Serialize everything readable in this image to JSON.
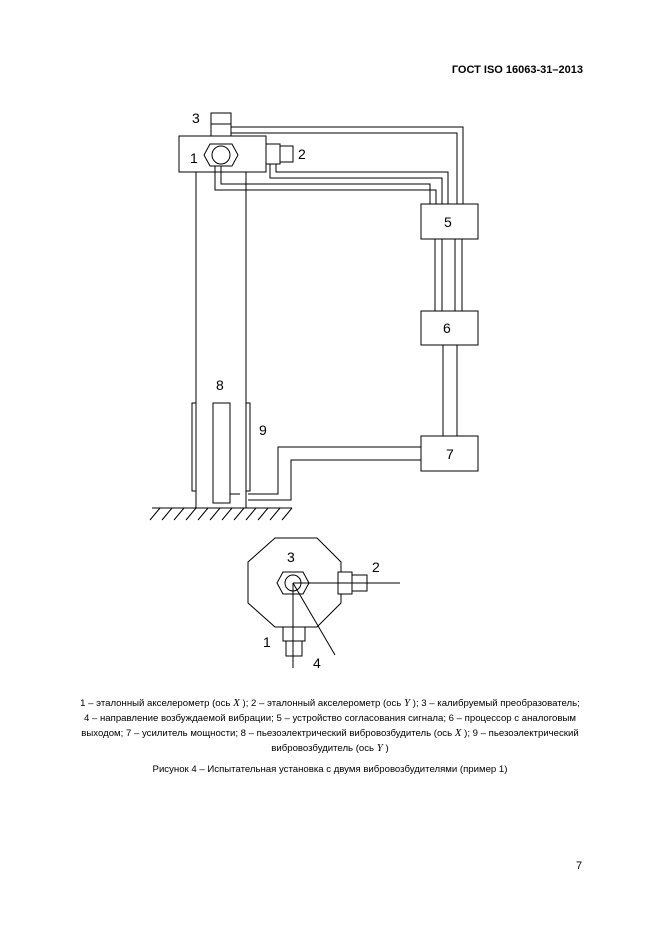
{
  "header": {
    "standard": "ГОСТ ISO 16063-31–2013"
  },
  "figure": {
    "labels": {
      "l1": "1",
      "l2": "2",
      "l3": "3",
      "l5": "5",
      "l6": "6",
      "l7": "7",
      "l8": "8",
      "l9": "9",
      "d1": "1",
      "d2": "2",
      "d3": "3",
      "d4": "4"
    }
  },
  "legend": {
    "p1": "1 – эталонный акселерометр (ось ",
    "x1": "X",
    "p2": " ); 2 – эталонный акселерометр (ось ",
    "y1": "Y",
    "p3": " ); 3 – калибруемый преобразователь;",
    "p4": "4 – направление возбуждаемой вибрации; 5 – устройство согласования сигнала; 6 – процессор с аналоговым",
    "p5": "выходом; 7 – усилитель мощности; 8 – пьезоэлектрический вибровозбудитель (ось ",
    "x2": "X",
    "p6": " ); 9 – пьезоэлектрический",
    "p7": "вибровозбудитель (ось ",
    "y2": "Y",
    "p8": " )"
  },
  "caption": "Рисунок 4 – Испытательная установка с двумя вибровозбудителями (пример 1)",
  "page_number": "7"
}
